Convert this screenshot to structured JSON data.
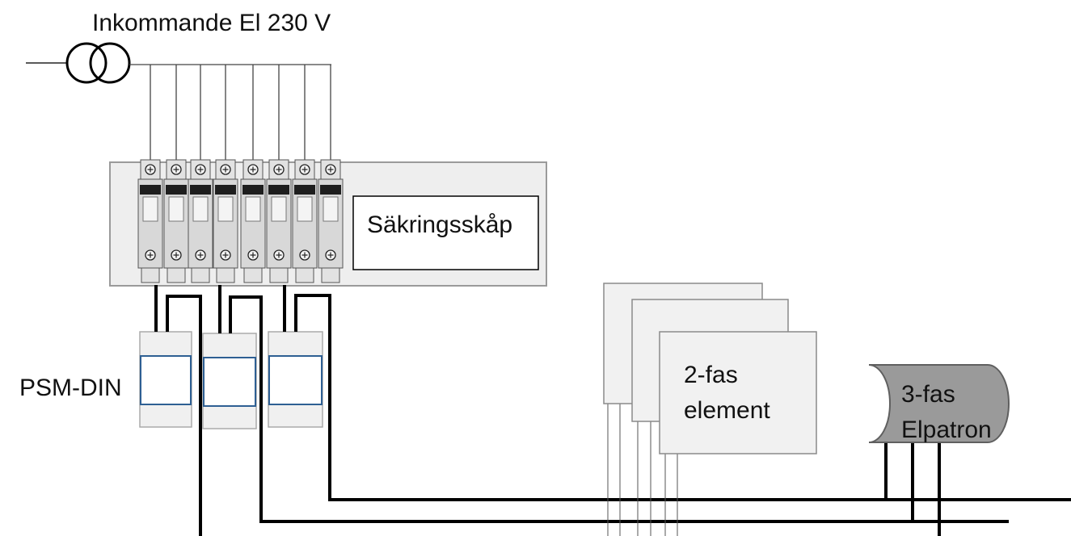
{
  "labels": {
    "incoming": "Inkommande El 230 V",
    "cabinet": "Säkringsskåp",
    "psm": "PSM-DIN",
    "element_line1": "2-fas",
    "element_line2": "element",
    "cartridge_line1": "3-fas",
    "cartridge_line2": "Elpatron"
  },
  "colors": {
    "line": "#000000",
    "thin_wire": "#555555",
    "cabinet_fill": "#eeeeee",
    "cabinet_stroke": "#9a9a9a",
    "breaker_body": "#d8d8d8",
    "breaker_stroke": "#555555",
    "psm_fill": "#f0f0f0",
    "psm_window": "#2e5f93",
    "element_fill": "#f1f1f1",
    "element_stroke": "#8a8a8a",
    "cartridge_fill": "#9a9a9a",
    "cartridge_stroke": "#5f5f5f"
  },
  "icons": {
    "transformer": "transformer-symbol-icon",
    "breaker": "circuit-breaker-icon",
    "screw": "screw-terminal-icon"
  }
}
